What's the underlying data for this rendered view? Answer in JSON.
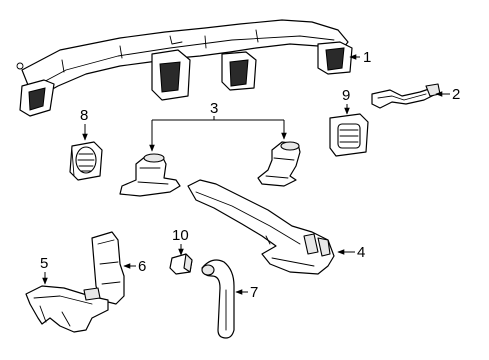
{
  "callouts": {
    "c1": "1",
    "c2": "2",
    "c3": "3",
    "c4": "4",
    "c5": "5",
    "c6": "6",
    "c7": "7",
    "c8": "8",
    "c9": "9",
    "c10": "10"
  },
  "colors": {
    "line": "#000000",
    "background": "#ffffff",
    "outlet_fill": "#2a2a2a"
  }
}
